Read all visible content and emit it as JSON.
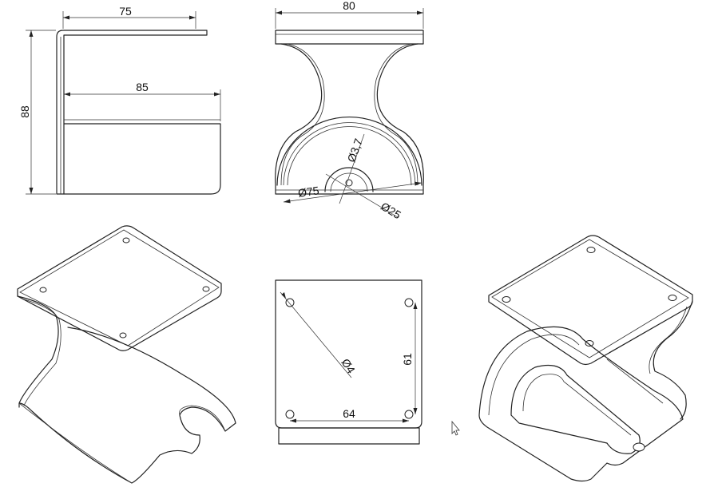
{
  "views": {
    "side": {
      "dim_top": "75",
      "dim_mid": "85",
      "dim_height": "88"
    },
    "front": {
      "dim_width": "80",
      "dim_hole_small": "Ø3,7",
      "dim_outer": "Ø75",
      "dim_inner": "Ø25"
    },
    "top": {
      "dim_hole": "Ø4",
      "dim_hole_spacing_x": "64",
      "dim_hole_spacing_y": "61"
    }
  }
}
